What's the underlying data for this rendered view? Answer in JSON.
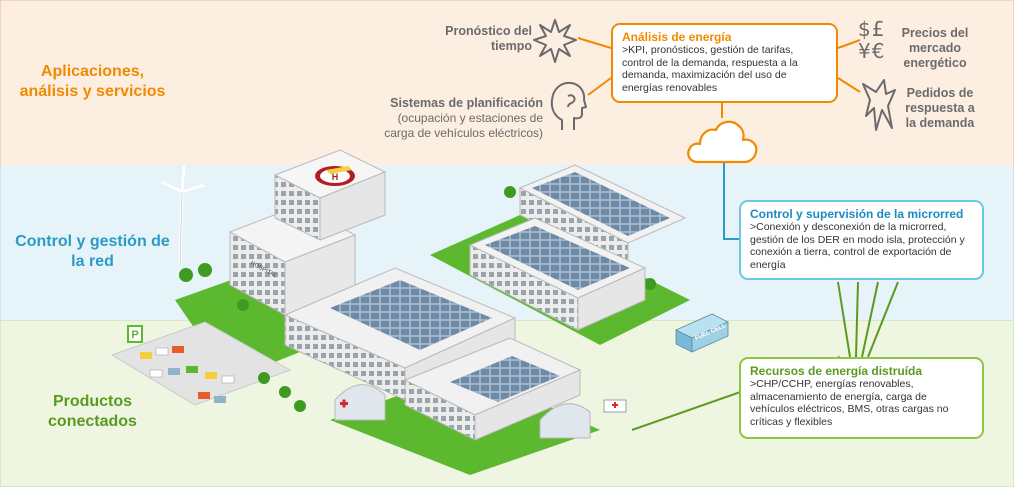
{
  "layers": {
    "applications": "Aplicaciones, análisis y servicios",
    "grid_control": "Control y gestión de la red",
    "products": "Productos conectados"
  },
  "icons": {
    "weather": {
      "label": "Pronóstico del tiempo",
      "icon": "sun-icon"
    },
    "planning": {
      "label": "Sistemas de planificación",
      "sublabel": "(ocupación y estaciones de carga de vehículos eléctricos)",
      "icon": "head-icon"
    },
    "market": {
      "label": "Precios del mercado energético",
      "glyphs": "$£¥€",
      "icon": "currency-icon"
    },
    "demand": {
      "label": "Pedidos de respuesta a la demanda",
      "icon": "lightning-icon"
    },
    "cloud": {
      "icon": "cloud-icon"
    }
  },
  "boxes": {
    "energy_analysis": {
      "title": "Análisis de energía",
      "body": ">KPI, pronósticos, gestión de tarifas, control de la demanda, respuesta a la demanda, maximización del uso de energías renovables"
    },
    "microgrid": {
      "title": "Control y supervisión de la microrred",
      "body": ">Conexión y desconexión de la microrred, gestión de los DER en modo isla, protección y conexión a tierra, control de exportación de energía"
    },
    "resources": {
      "title": "Recursos de energía distruída",
      "body": ">CHP/CCHP, energías renovables, almacenamiento de energía, carga de vehículos eléctricos, BMS, otras cargas no críticas y flexibles"
    }
  },
  "building": {
    "hospital_sign": "HOSPITAL",
    "fuel_cell_sign": "FUEL CELL",
    "helipad_mark": "H",
    "parking_mark": "P"
  },
  "colors": {
    "orange": "#f08a00",
    "blue": "#2a9bc7",
    "green": "#5a9a1e",
    "lawn": "#5cb82e",
    "grey_icon": "#6b6b6b"
  }
}
